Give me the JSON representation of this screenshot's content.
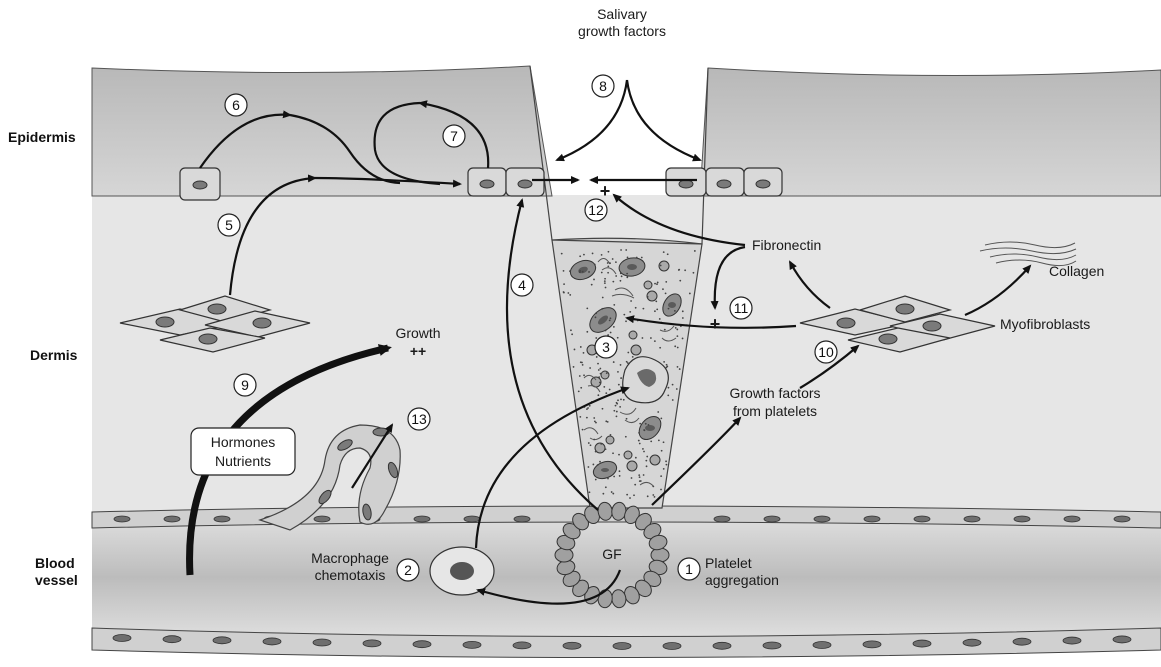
{
  "region_labels": {
    "epidermis": "Epidermis",
    "dermis": "Dermis",
    "blood_vessel_line1": "Blood",
    "blood_vessel_line2": "vessel"
  },
  "labels": {
    "salivary_line1": "Salivary",
    "salivary_line2": "growth factors",
    "fibronectin": "Fibronectin",
    "collagen": "Collagen",
    "myofibroblasts": "Myofibroblasts",
    "growth": "Growth",
    "growth_plus": "++",
    "gf_platelets_line1": "Growth factors",
    "gf_platelets_line2": "from platelets",
    "macrophage_line1": "Macrophage",
    "macrophage_line2": "chemotaxis",
    "platelet_line1": "Platelet",
    "platelet_line2": "aggregation",
    "gf": "GF",
    "plus": "+",
    "hormones": "Hormones",
    "nutrients": "Nutrients"
  },
  "step_numbers": {
    "s1": "1",
    "s2": "2",
    "s3": "3",
    "s4": "4",
    "s5": "5",
    "s6": "6",
    "s7": "7",
    "s8": "8",
    "s9": "9",
    "s10": "10",
    "s11": "11",
    "s12": "12",
    "s13": "13"
  },
  "colors": {
    "epidermis": "#c9c9c9",
    "dermis": "#e6e6e6",
    "vessel": "#cfcfcf",
    "wound": "#d6d6d6"
  }
}
